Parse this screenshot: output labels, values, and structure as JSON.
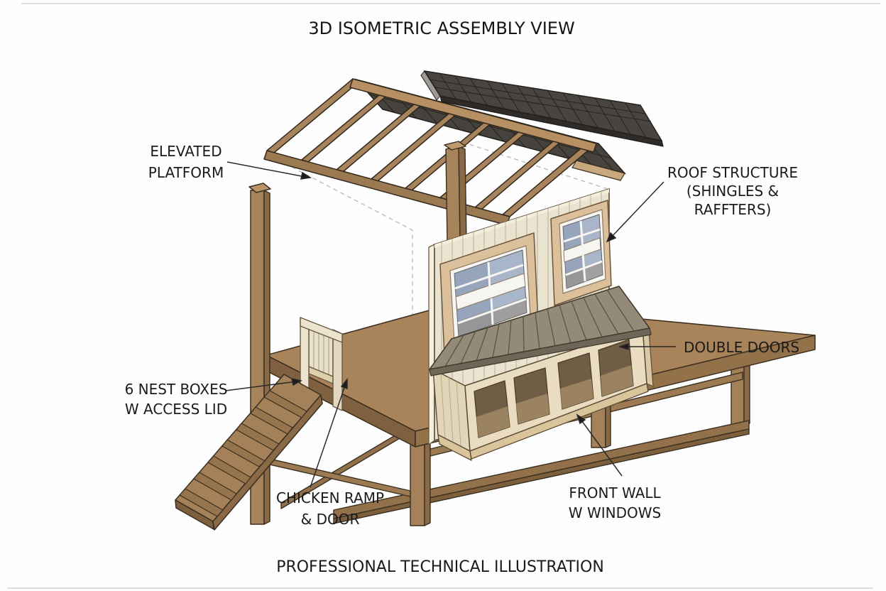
{
  "title": "3D ISOMETRIC ASSEMBLY VIEW",
  "caption": "PROFESSIONAL TECHNICAL ILLUSTRATION",
  "callouts": {
    "elevated_platform": {
      "text": "ELEVATED\nPLATFORM"
    },
    "roof_structure": {
      "text": "ROOF STRUCTURE\n(SHINGLES & RAFFTERS)"
    },
    "double_doors": {
      "text": "DOUBLE DOORS"
    },
    "nest_boxes": {
      "text": "6 NEST BOXES\nW ACCESS LID"
    },
    "chicken_ramp": {
      "text": "CHICKEN RAMP\n& DOOR"
    },
    "front_wall": {
      "text": "FRONT WALL\nW WINDOWS"
    }
  },
  "colors": {
    "wood": "#a5815a",
    "wood_dark": "#8a6a46",
    "wood_light": "#bb9468",
    "wall_cream": "#eae3cf",
    "frame_tan": "#dcbf9b",
    "glass_blue": "#a9b6ca",
    "shingle_gray": "#46423d",
    "lid_gray": "#938a77",
    "outline": "#3b2f20"
  }
}
